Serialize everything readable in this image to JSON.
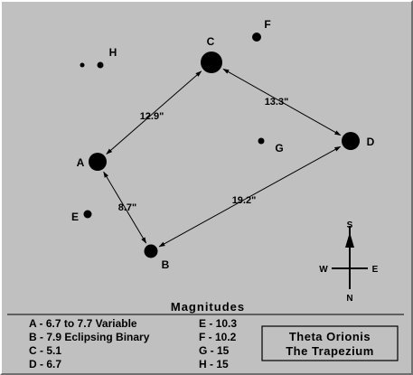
{
  "stars": [
    {
      "id": "C",
      "label": "C",
      "r": 12
    },
    {
      "id": "F",
      "label": "F",
      "r": 5
    },
    {
      "id": "H1",
      "label": "",
      "r": 2.5
    },
    {
      "id": "H2",
      "label": "H",
      "r": 3.5
    },
    {
      "id": "D",
      "label": "D",
      "r": 10
    },
    {
      "id": "G",
      "label": "G",
      "r": 3.5
    },
    {
      "id": "A",
      "label": "A",
      "r": 10
    },
    {
      "id": "E",
      "label": "E",
      "r": 4.5
    },
    {
      "id": "B",
      "label": "B",
      "r": 7.5
    }
  ],
  "distances": [
    {
      "id": "A-C",
      "from": "A",
      "to": "C",
      "label": "12.9\""
    },
    {
      "id": "C-D",
      "from": "C",
      "to": "D",
      "label": "13.3\""
    },
    {
      "id": "A-B",
      "from": "A",
      "to": "B",
      "label": "8.7\""
    },
    {
      "id": "B-D",
      "from": "B",
      "to": "D",
      "label": "19.2\""
    }
  ],
  "compass": {
    "north": "N",
    "south": "S",
    "east": "E",
    "west": "W"
  },
  "magnitudes": {
    "title": "Magnitudes",
    "left": [
      "A - 6.7 to 7.7  Variable",
      "B - 7.9  Eclipsing Binary",
      "C - 5.1",
      "D - 6.7"
    ],
    "right": [
      "E - 10.3",
      "F - 10.2",
      "G - 15",
      "H - 15"
    ]
  },
  "name_box": {
    "line1": "Theta Orionis",
    "line2": "The Trapezium"
  },
  "colors": {
    "background": "#c0c0c0",
    "ink": "#000000"
  }
}
